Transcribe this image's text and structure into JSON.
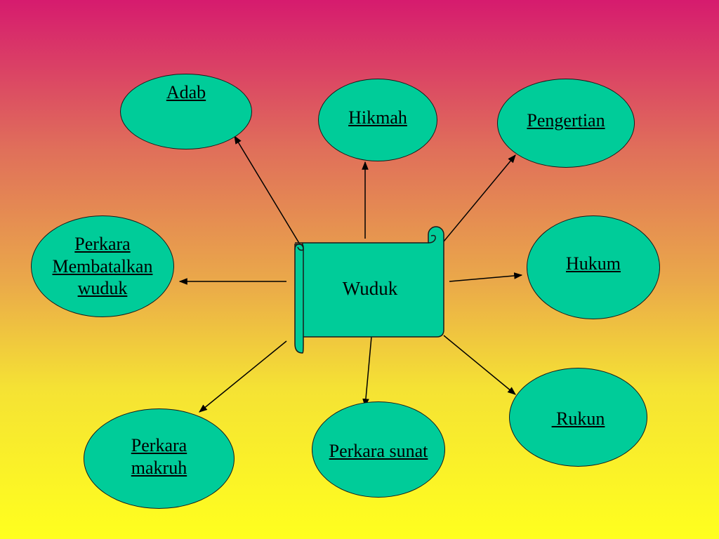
{
  "colors": {
    "node_fill": "#00cc99",
    "stroke": "#1a1a1a",
    "background_top": "#d61b6e",
    "background_bottom": "#ffff1e"
  },
  "center": {
    "label": "Wuduk"
  },
  "nodes": {
    "adab": "Adab",
    "hikmah": "Hikmah",
    "pengertian": "Pengertian",
    "perkara_membatalkan": "Perkara\nMembatalkan\nwuduk",
    "hukum": "Hukum",
    "perkara_makruh": "Perkara \nmakruh",
    "perkara_sunat": "Perkara sunat",
    "rukun": " Rukun"
  },
  "edges": [
    {
      "from": "center",
      "to": "adab"
    },
    {
      "from": "center",
      "to": "hikmah"
    },
    {
      "from": "center",
      "to": "pengertian"
    },
    {
      "from": "center",
      "to": "perkara_membatalkan"
    },
    {
      "from": "center",
      "to": "hukum"
    },
    {
      "from": "center",
      "to": "perkara_makruh"
    },
    {
      "from": "center",
      "to": "perkara_sunat"
    },
    {
      "from": "center",
      "to": "rukun"
    }
  ]
}
